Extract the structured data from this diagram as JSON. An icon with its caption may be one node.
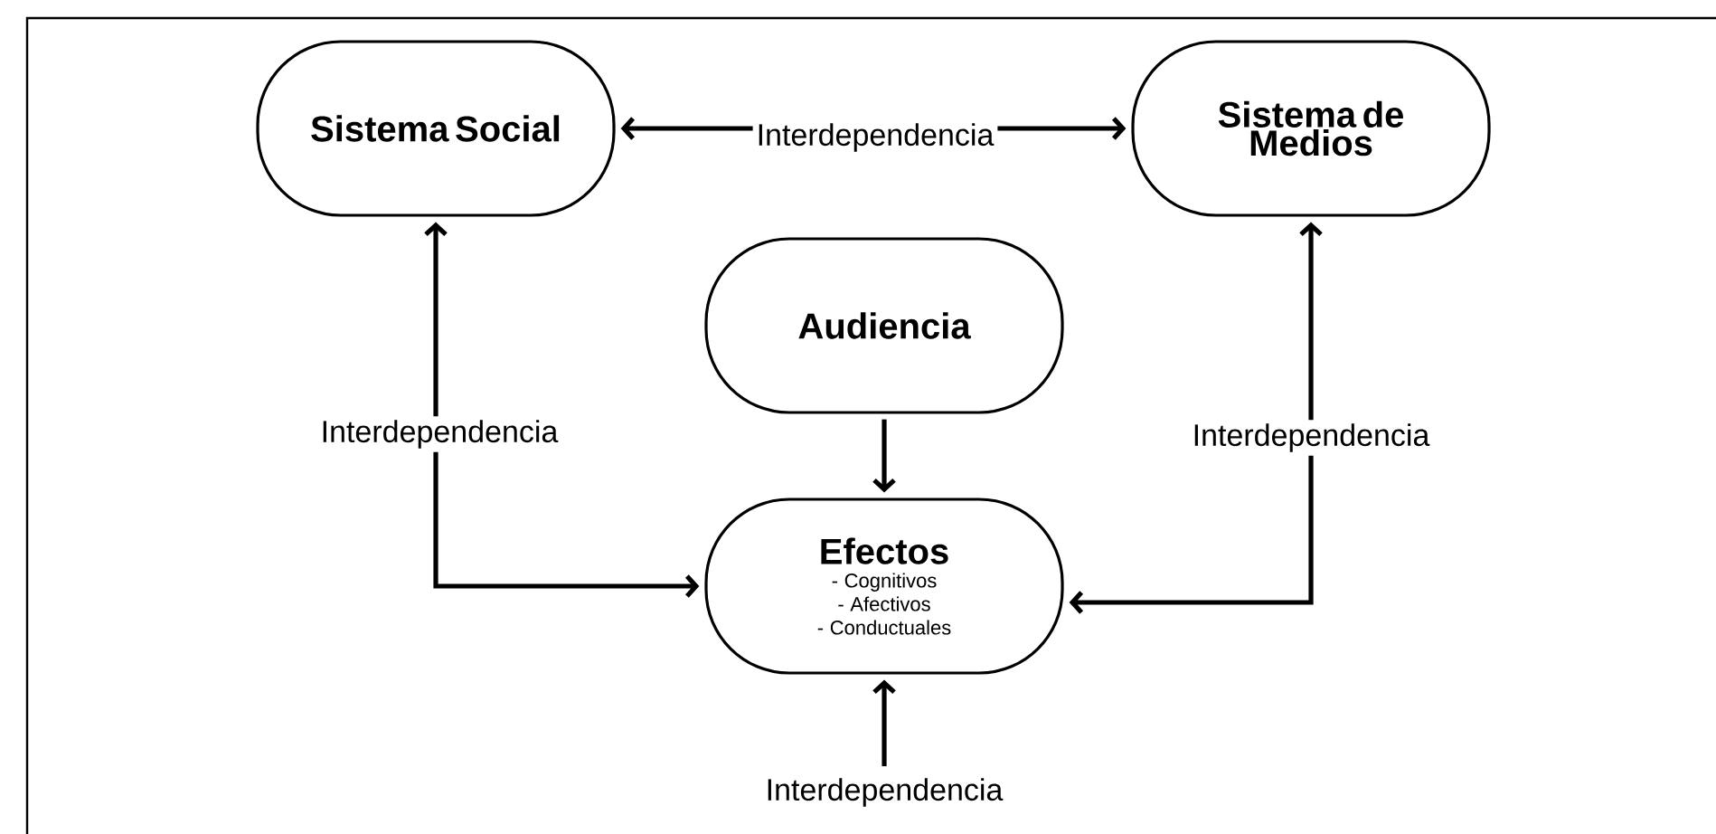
{
  "diagram": {
    "nodes": [
      {
        "text": [
          "Sistema Social"
        ]
      },
      {
        "text": [
          "Sistema de Medios"
        ]
      },
      {
        "text": [
          "Audiencia"
        ]
      },
      {
        "text": [
          "Efectos",
          "- Cognitivos",
          "- Afectivos",
          "- Conductuales"
        ]
      },
      {
        "text": [
          "Interdependencia"
        ]
      }
    ],
    "edges": [
      {
        "from": 0,
        "to": 1,
        "arrow": "both",
        "label": "Interdependencia"
      },
      {
        "from": 0,
        "to": 3,
        "arrow": "both",
        "label": "Interdependencia"
      },
      {
        "from": 1,
        "to": 3,
        "arrow": "both",
        "label": "Interdependencia"
      },
      {
        "from": 2,
        "to": 3,
        "arrow": "to"
      },
      {
        "from": 4,
        "to": 3,
        "arrow": "to"
      }
    ]
  }
}
